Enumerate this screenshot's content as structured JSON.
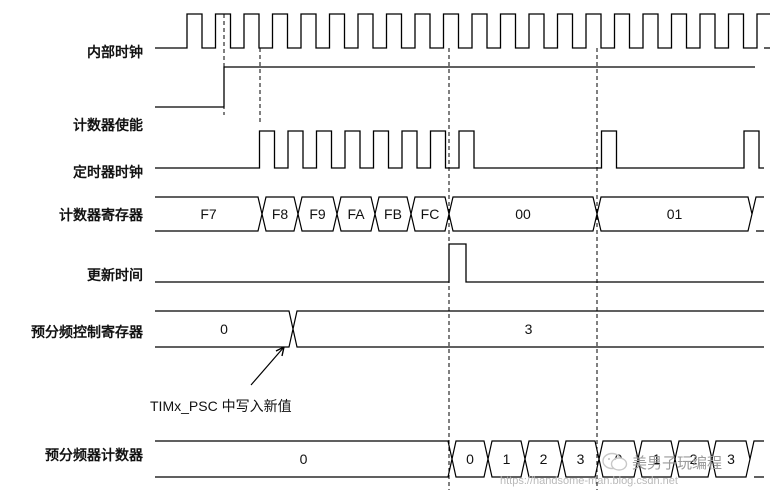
{
  "signals": {
    "internal_clock": "内部时钟",
    "counter_enable": "计数器使能",
    "timer_clock": "定时器时钟",
    "counter_register": "计数器寄存器",
    "update_event": "更新时间",
    "prescaler_control_register": "预分频控制寄存器",
    "prescaler_counter": "预分频器计数器"
  },
  "counter_register_values": [
    "F7",
    "F8",
    "F9",
    "FA",
    "FB",
    "FC",
    "00",
    "01"
  ],
  "prescaler_control_values": [
    "0",
    "3"
  ],
  "prescaler_counter_values": [
    "0",
    "0",
    "1",
    "2",
    "3",
    "0",
    "1",
    "2",
    "3"
  ],
  "annotation": "TIMx_PSC 中写入新值",
  "watermark": {
    "account": "美男子玩编程",
    "url": "https://handsome-man.blog.csdn.net"
  },
  "colors": {
    "line": "#000000",
    "dashed": "#000000",
    "watermark": "#b9b9b9"
  }
}
